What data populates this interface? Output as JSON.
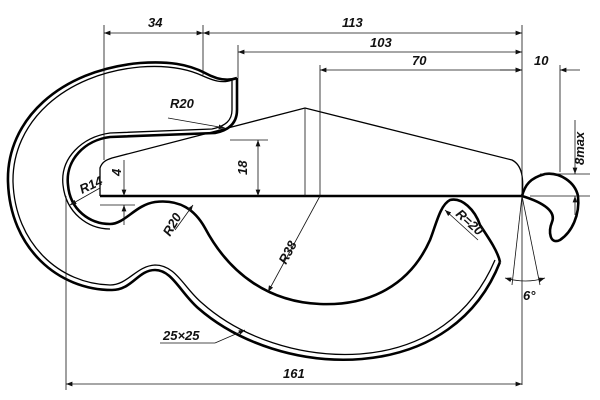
{
  "drawing": {
    "dimensions": {
      "d34": "34",
      "d113": "113",
      "d103": "103",
      "d70": "70",
      "d10": "10",
      "r20_top": "R20",
      "d8max": "8max",
      "d18": "18",
      "d4": "4",
      "r14": "R14",
      "r20_left": "R20",
      "r38": "R38",
      "r20_right": "R=20",
      "angle6": "6°",
      "section": "25×25",
      "d161": "161"
    }
  }
}
